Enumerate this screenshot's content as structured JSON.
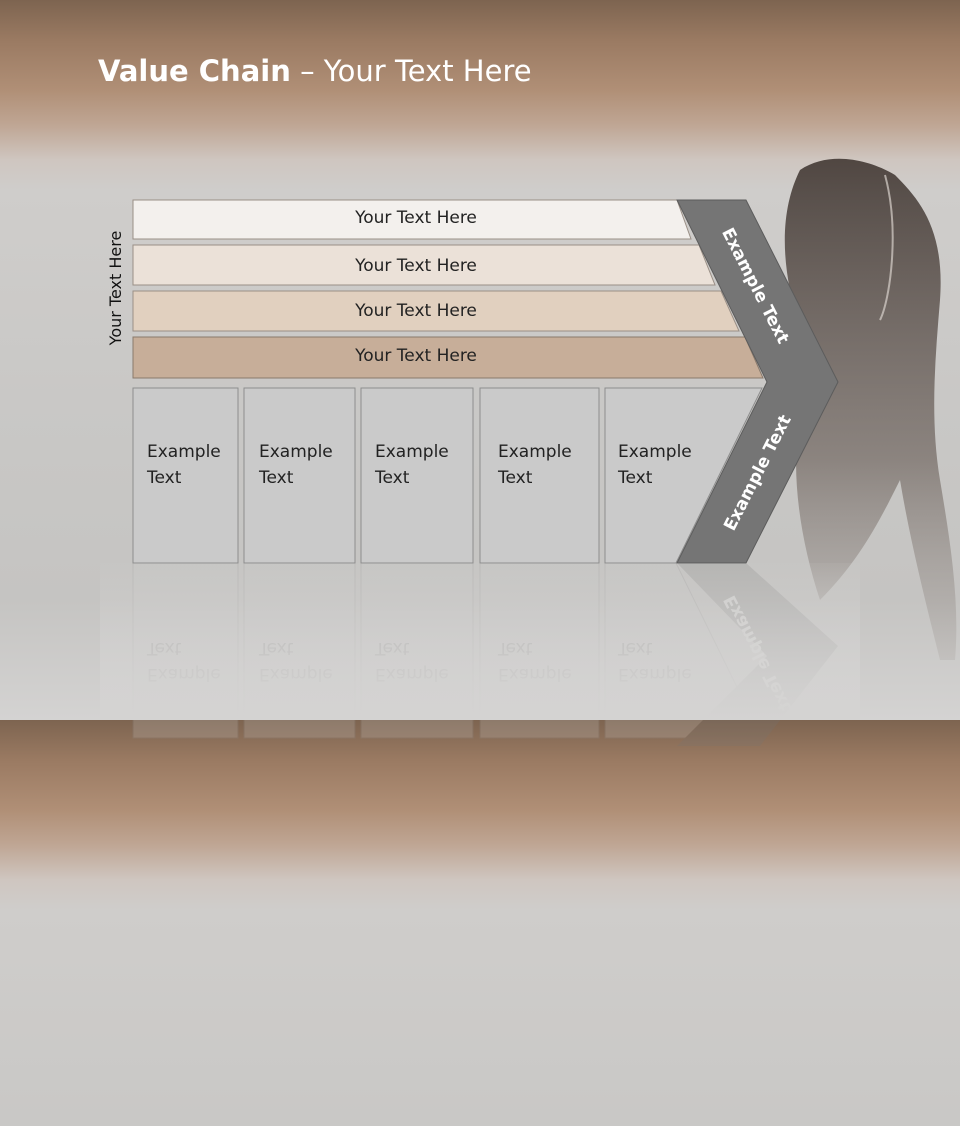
{
  "title": {
    "bold": "Value Chain",
    "rest": " – Your Text Here"
  },
  "side_label": "Your Text Here",
  "bands": [
    {
      "label": "Your Text Here",
      "fill": "#f3f0ed"
    },
    {
      "label": "Your Text Here",
      "fill": "#ebe1d8"
    },
    {
      "label": "Your Text Here",
      "fill": "#e1d0bf"
    },
    {
      "label": "Your Text Here",
      "fill": "#c7ae99"
    }
  ],
  "columns": [
    {
      "line1": "Example",
      "line2": "Text"
    },
    {
      "line1": "Example",
      "line2": "Text"
    },
    {
      "line1": "Example",
      "line2": "Text"
    },
    {
      "line1": "Example",
      "line2": "Text"
    },
    {
      "line1": "Example",
      "line2": "Text"
    }
  ],
  "chevron": {
    "upper_label": "Example Text",
    "lower_label": "Example Text",
    "fill": "#757575"
  },
  "colors": {
    "column_fill": "#cacaca",
    "column_border": "#8d8d8d"
  }
}
